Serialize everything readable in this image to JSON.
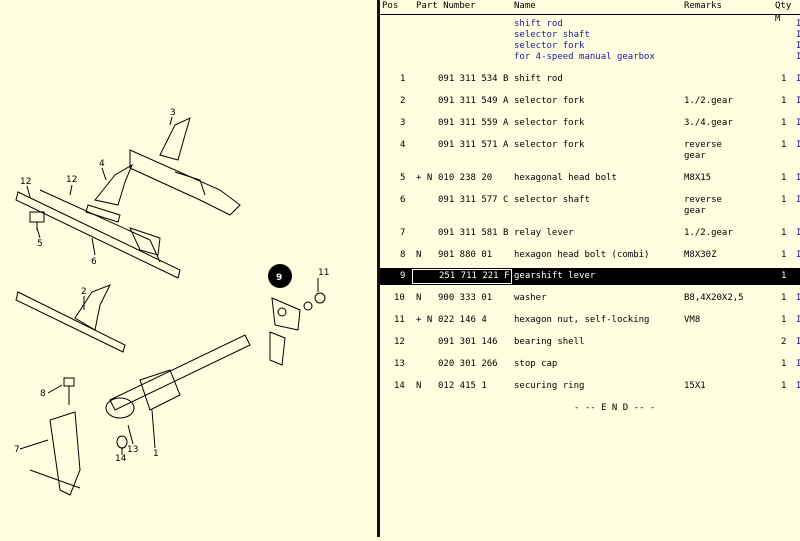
{
  "columns": {
    "pos": "Pos",
    "part_number": "Part Number",
    "name": "Name",
    "remarks": "Remarks",
    "qty": "Qty M"
  },
  "intro_lines": [
    "shift rod",
    "selector shaft",
    "selector fork",
    "for 4-speed manual gearbox"
  ],
  "intro_flags": [
    "I",
    "I",
    "I",
    "I"
  ],
  "rows": [
    {
      "pos": "1",
      "mark": "",
      "part": "091 311 534 B",
      "name": "shift rod",
      "remarks": "",
      "remarks2": "",
      "qty": "1",
      "flag": "I"
    },
    {
      "pos": "2",
      "mark": "",
      "part": "091 311 549 A",
      "name": "selector fork",
      "remarks": "1./2.gear",
      "remarks2": "",
      "qty": "1",
      "flag": "I"
    },
    {
      "pos": "3",
      "mark": "",
      "part": "091 311 559 A",
      "name": "selector fork",
      "remarks": "3./4.gear",
      "remarks2": "",
      "qty": "1",
      "flag": "I"
    },
    {
      "pos": "4",
      "mark": "",
      "part": "091 311 571 A",
      "name": "selector fork",
      "remarks": "reverse",
      "remarks2": "gear",
      "qty": "1",
      "flag": "I"
    },
    {
      "pos": "5",
      "mark": "+ N",
      "part": "010 238 20",
      "name": "hexagonal head bolt",
      "remarks": "M8X15",
      "remarks2": "",
      "qty": "1",
      "flag": "I"
    },
    {
      "pos": "6",
      "mark": "",
      "part": "091 311 577 C",
      "name": "selector shaft",
      "remarks": "reverse",
      "remarks2": "gear",
      "qty": "1",
      "flag": "I"
    },
    {
      "pos": "7",
      "mark": "",
      "part": "091 311 581 B",
      "name": "relay lever",
      "remarks": "1./2.gear",
      "remarks2": "",
      "qty": "1",
      "flag": "I"
    },
    {
      "pos": "8",
      "mark": "N",
      "part": "901 880 01",
      "name": "hexagon head bolt (combi)",
      "remarks": "M8X30Z",
      "remarks2": "",
      "qty": "1",
      "flag": "I"
    },
    {
      "pos": "9",
      "mark": "",
      "part": "251 711 221 F",
      "name": "gearshift lever",
      "remarks": "",
      "remarks2": "",
      "qty": "1",
      "flag": "",
      "selected": true
    },
    {
      "pos": "10",
      "mark": "N",
      "part": "900 333 01",
      "name": "washer",
      "remarks": "B8,4X20X2,5",
      "remarks2": "",
      "qty": "1",
      "flag": "I"
    },
    {
      "pos": "11",
      "mark": "+ N",
      "part": "022 146 4",
      "name": "hexagon nut, self-locking",
      "remarks": "VM8",
      "remarks2": "",
      "qty": "1",
      "flag": "I"
    },
    {
      "pos": "12",
      "mark": "",
      "part": "091 301 146",
      "name": "bearing shell",
      "remarks": "",
      "remarks2": "",
      "qty": "2",
      "flag": "I"
    },
    {
      "pos": "13",
      "mark": "",
      "part": "020 301 266",
      "name": "stop cap",
      "remarks": "",
      "remarks2": "",
      "qty": "1",
      "flag": "I"
    },
    {
      "pos": "14",
      "mark": "N",
      "part": "012 415 1",
      "name": "securing ring",
      "remarks": "15X1",
      "remarks2": "",
      "qty": "1",
      "flag": "I"
    }
  ],
  "end_marker": "- -- E N D -- -",
  "diagram_labels": [
    "3",
    "4",
    "12",
    "12",
    "5",
    "6",
    "2",
    "9",
    "11",
    "8",
    "7",
    "13",
    "14",
    "1"
  ]
}
